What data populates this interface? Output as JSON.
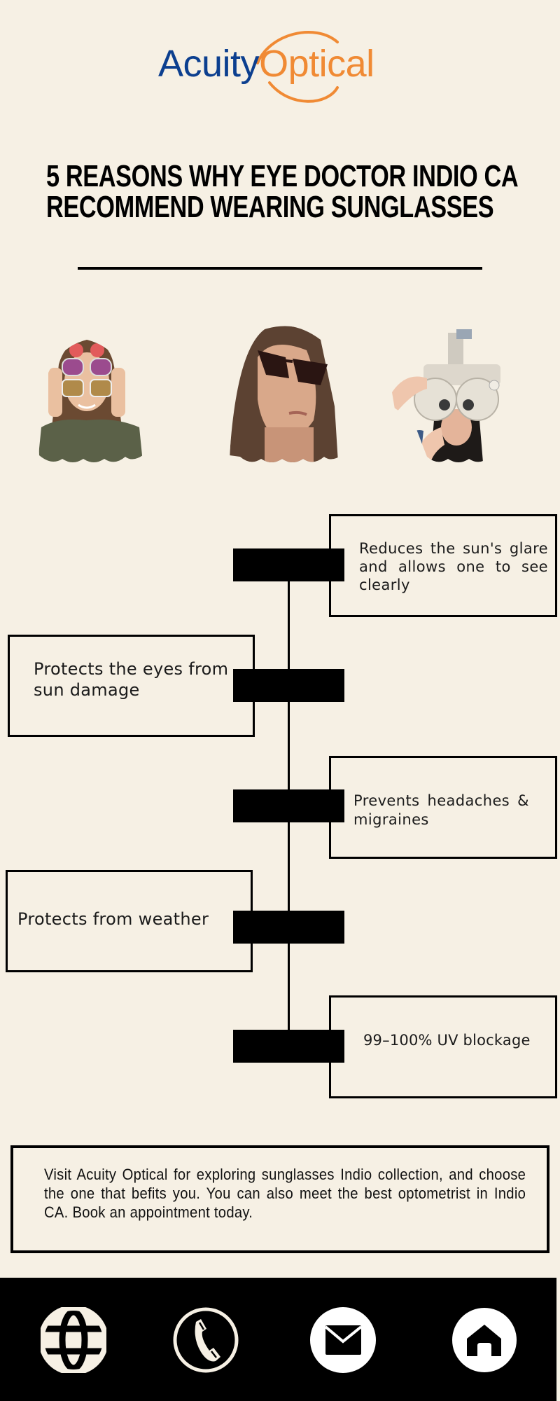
{
  "brand": {
    "name_part1": "Acuity",
    "name_part2": "Optical",
    "color_primary": "#0c3f8f",
    "color_accent": "#f08a34"
  },
  "title": {
    "line1": "5 REASONS WHY EYE DOCTOR INDIO CA",
    "line2": "RECOMMEND WEARING SUNGLASSES"
  },
  "images": [
    {
      "alt": "woman wearing multiple pairs of colorful sunglasses"
    },
    {
      "alt": "woman in cat-eye sunglasses looking up"
    },
    {
      "alt": "patient behind phoropter during eye exam"
    }
  ],
  "reasons": [
    {
      "text": "Reduces the sun's glare and allows one to see clearly",
      "side": "right"
    },
    {
      "text": "Protects the eyes from sun damage",
      "side": "left"
    },
    {
      "text": "Prevents headaches & migraines",
      "side": "right"
    },
    {
      "text": "Protects from weather",
      "side": "left"
    },
    {
      "text": "99–100% UV blockage",
      "side": "right"
    }
  ],
  "cta": {
    "text": "Visit Acuity Optical for exploring sunglasses Indio collection, and choose the one that befits you. You can also meet the best optometrist in Indio CA. Book an appointment today."
  },
  "footer": {
    "icons": [
      {
        "name": "globe-icon",
        "label": "Website"
      },
      {
        "name": "phone-icon",
        "label": "Phone"
      },
      {
        "name": "mail-icon",
        "label": "Email"
      },
      {
        "name": "home-icon",
        "label": "Home"
      }
    ]
  },
  "colors": {
    "background": "#f6f0e4",
    "ink": "#000000"
  }
}
